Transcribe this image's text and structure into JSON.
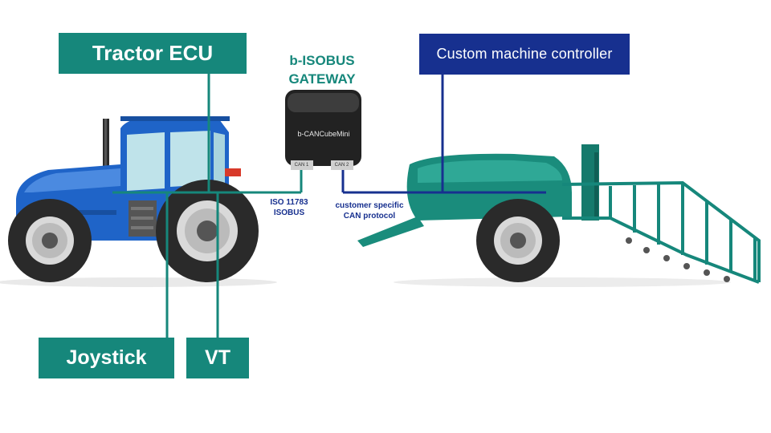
{
  "nodes": {
    "tractor_ecu": "Tractor ECU",
    "custom_controller": "Custom machine controller",
    "joystick": "Joystick",
    "vt": "VT"
  },
  "gateway": {
    "title_line1": "b-ISOBUS",
    "title_line2": "GATEWAY",
    "device_name": "b-CANCubeMini",
    "port1": "CAN 1",
    "port2": "CAN 2"
  },
  "links": {
    "iso_line1": "ISO 11783",
    "iso_line2": "ISOBUS",
    "custom_line1": "customer specific",
    "custom_line2": "CAN protocol"
  },
  "colors": {
    "teal": "#16877b",
    "navy": "#17308f",
    "tractor_blue": "#1f64c8",
    "sprayer_teal": "#1a8c7c"
  },
  "icons": [
    "tractor-icon",
    "sprayer-icon",
    "gateway-device-icon"
  ]
}
